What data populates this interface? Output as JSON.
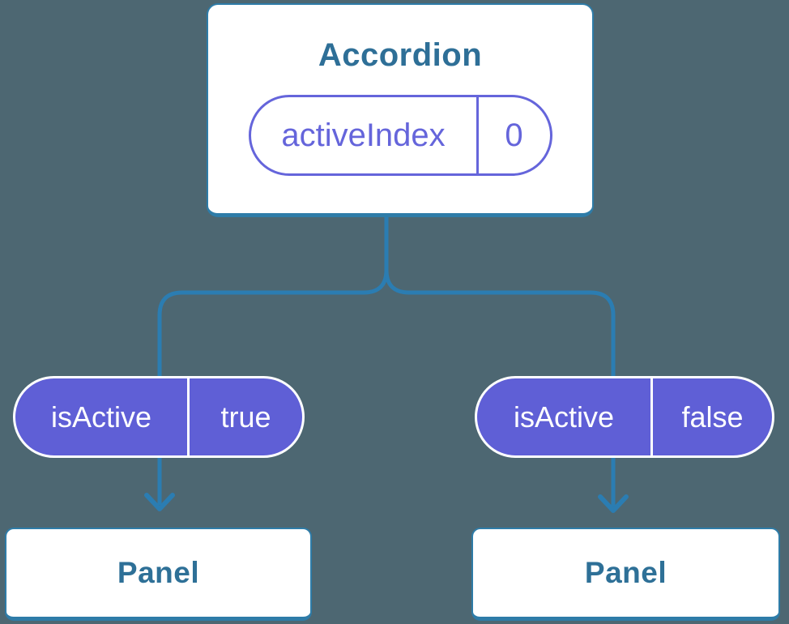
{
  "diagram": {
    "description": "React component tree: Accordion parent holding state, passing props to two Panel children",
    "root": {
      "title": "Accordion",
      "state_pill": {
        "label": "activeIndex",
        "value": "0"
      }
    },
    "branches": [
      {
        "prop_pill": {
          "label": "isActive",
          "value": "true"
        },
        "panel": {
          "title": "Panel"
        }
      },
      {
        "prop_pill": {
          "label": "isActive",
          "value": "false"
        },
        "panel": {
          "title": "Panel"
        }
      }
    ]
  },
  "colors": {
    "background": "#4D6772",
    "connector_blue": "#2B7DB2",
    "card_border_blue": "#2E7CA8",
    "heading_text_blue": "#2E6F97",
    "pill_purple_fill": "#5F5FD6",
    "pill_purple_outline": "#6565DB",
    "card_white": "#FFFFFF"
  }
}
